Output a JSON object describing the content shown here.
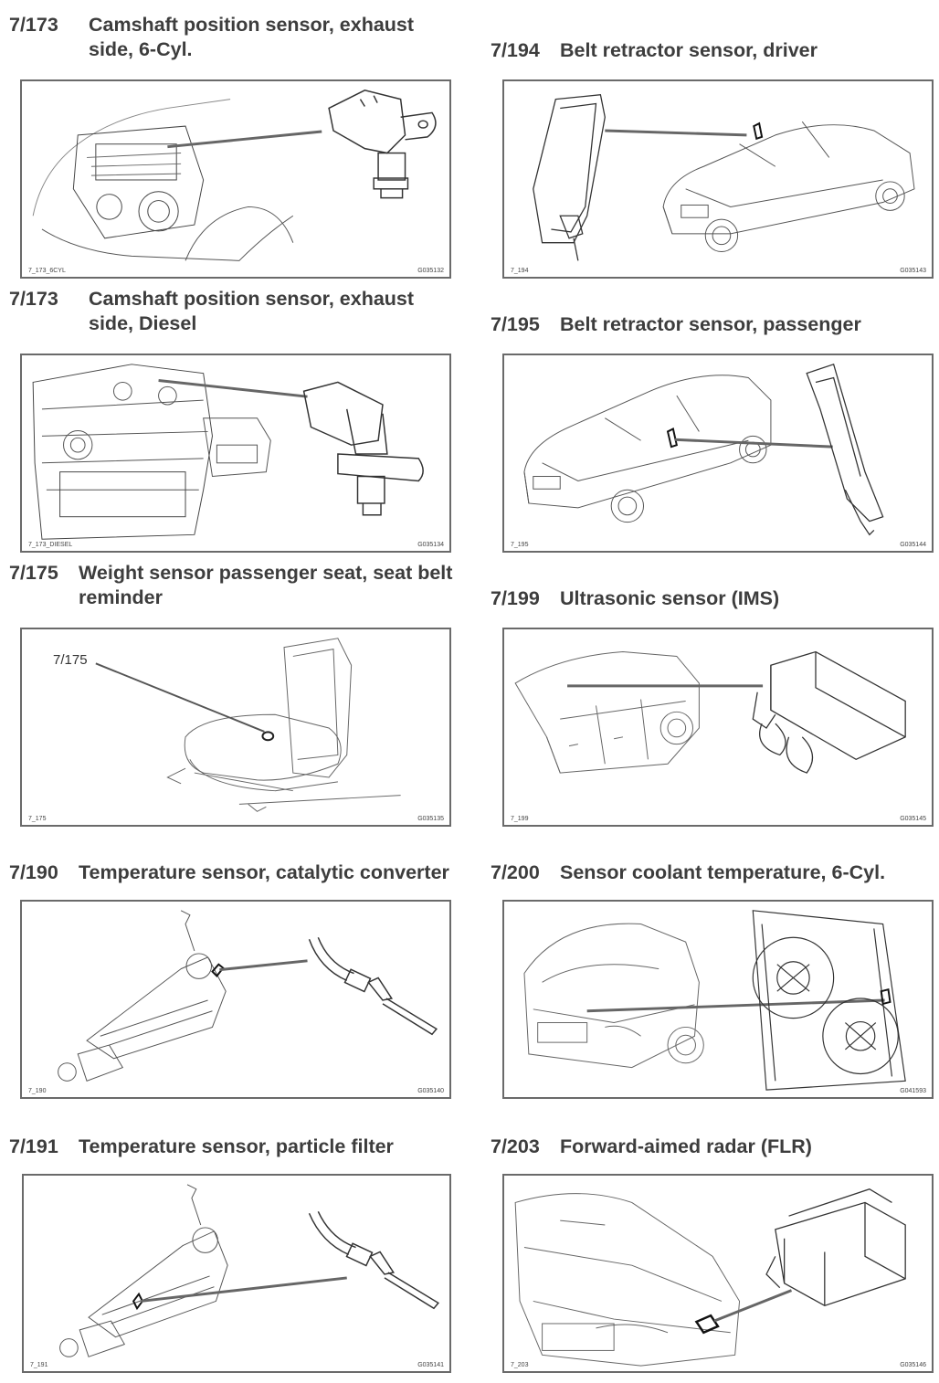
{
  "entries": [
    {
      "num": "7/173",
      "title": "Camshaft position sensor, exhaust side, 6-Cyl.",
      "code_left": "7_173_6CYL",
      "code_right": "G035132",
      "icon": "camshaft-sensor-6cyl-illustration"
    },
    {
      "num": "7/194",
      "title": "Belt retractor sensor, driver",
      "code_left": "7_194",
      "code_right": "G035143",
      "icon": "belt-retractor-driver-illustration"
    },
    {
      "num": "7/173",
      "title": "Camshaft position sensor, exhaust side, Diesel",
      "code_left": "7_173_DIESEL",
      "code_right": "G035134",
      "icon": "camshaft-sensor-diesel-illustration"
    },
    {
      "num": "7/195",
      "title": "Belt retractor sensor, passenger",
      "code_left": "7_195",
      "code_right": "G035144",
      "icon": "belt-retractor-passenger-illustration"
    },
    {
      "num": "7/175",
      "title": "Weight sensor passenger seat, seat belt reminder",
      "code_left": "7_175",
      "code_right": "G035135",
      "callout": "7/175",
      "icon": "seat-weight-sensor-illustration"
    },
    {
      "num": "7/199",
      "title": "Ultrasonic sensor (IMS)",
      "code_left": "7_199",
      "code_right": "G035145",
      "icon": "ultrasonic-sensor-illustration"
    },
    {
      "num": "7/190",
      "title": "Temperature sensor, catalytic converter",
      "code_left": "7_190",
      "code_right": "G035140",
      "icon": "catalytic-temp-sensor-illustration"
    },
    {
      "num": "7/200",
      "title": "Sensor coolant temperature, 6-Cyl.",
      "code_left": "",
      "code_right": "G041593",
      "icon": "coolant-temp-sensor-illustration"
    },
    {
      "num": "7/191",
      "title": "Temperature sensor, particle filter",
      "code_left": "7_191",
      "code_right": "G035141",
      "icon": "particle-filter-sensor-illustration"
    },
    {
      "num": "7/203",
      "title": "Forward-aimed radar (FLR)",
      "code_left": "7_203",
      "code_right": "G035146",
      "icon": "radar-sensor-illustration"
    }
  ]
}
